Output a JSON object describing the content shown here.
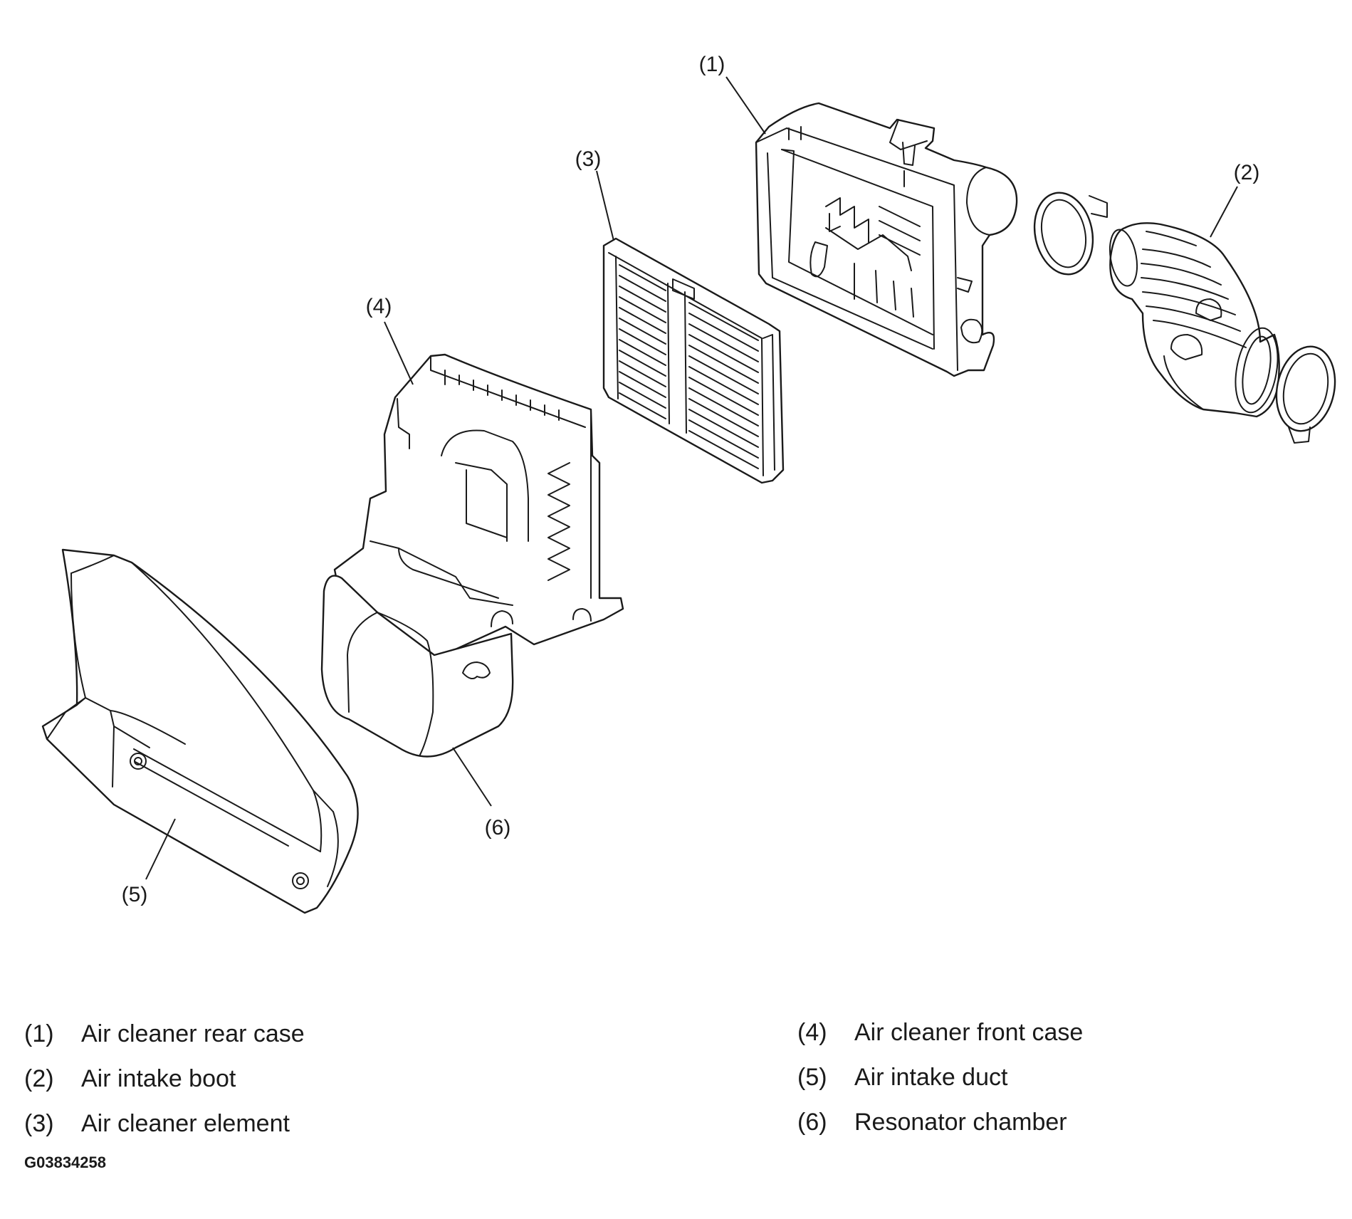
{
  "callouts": {
    "p1": "(1)",
    "p2": "(2)",
    "p3": "(3)",
    "p4": "(4)",
    "p5": "(5)",
    "p6": "(6)"
  },
  "legend": [
    {
      "num": "(1)",
      "text": "Air cleaner rear case"
    },
    {
      "num": "(2)",
      "text": "Air intake boot"
    },
    {
      "num": "(3)",
      "text": "Air cleaner element"
    },
    {
      "num": "(4)",
      "text": "Air cleaner front case"
    },
    {
      "num": "(5)",
      "text": "Air intake duct"
    },
    {
      "num": "(6)",
      "text": "Resonator chamber"
    }
  ],
  "figure_id": "G03834258"
}
